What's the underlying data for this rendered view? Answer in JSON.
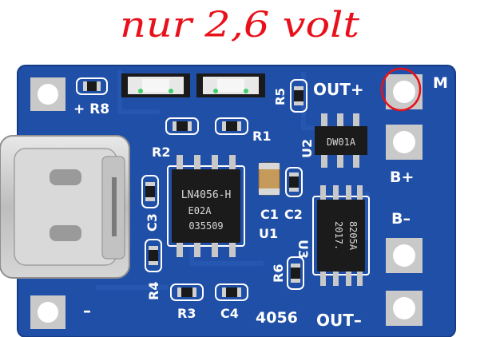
{
  "annotation": {
    "handwritten_note": "nur 2,6 volt",
    "ink_color": "#e8101a"
  },
  "board": {
    "pcb_color": "#1f4fa6",
    "pcb_dark": "#163c86",
    "pads": {
      "out_plus": "OUT+",
      "m": "M",
      "b_plus": "B+",
      "b_minus": "B–",
      "out_minus": "OUT–",
      "minus": "–",
      "plus_r8": "+ R8"
    },
    "components": {
      "r1": "R1",
      "r2": "R2",
      "r3": "R3",
      "r4": "R4",
      "r5": "R5",
      "r6": "R6",
      "c1": "C1",
      "c2": "C2",
      "c3": "C3",
      "c4": "C4",
      "u1": "U1",
      "u2": "U2",
      "u3": "U3"
    },
    "model_label": "4056",
    "main_ic": {
      "line1": "LN4056-H",
      "line2": "E02A",
      "line3": "035509"
    },
    "protect_ic": {
      "line1": "DW01A"
    },
    "mosfet_ic": {
      "line1": "8205A",
      "line2": "2017."
    }
  }
}
